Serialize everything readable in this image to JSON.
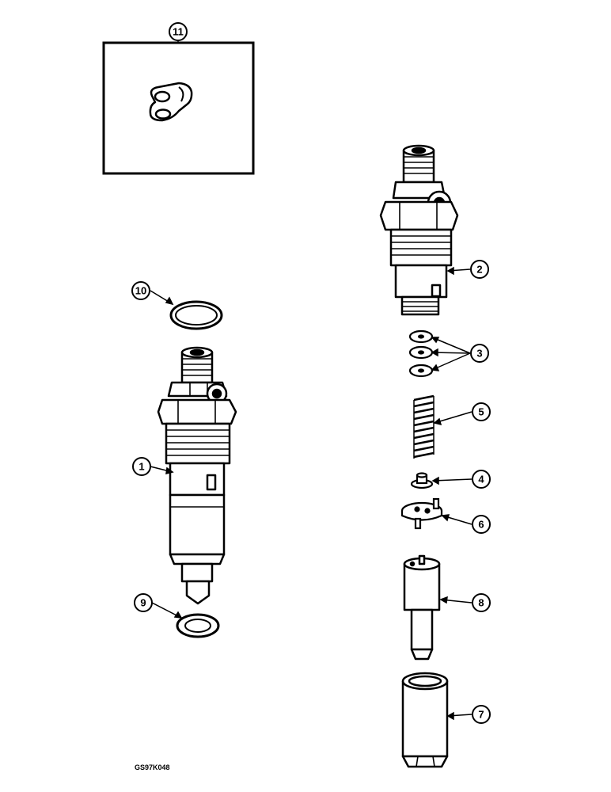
{
  "figure_code": "GS97K048",
  "callouts": {
    "c1": "1",
    "c2": "2",
    "c3": "3",
    "c4": "4",
    "c5": "5",
    "c6": "6",
    "c7": "7",
    "c8": "8",
    "c9": "9",
    "c10": "10",
    "c11": "11"
  }
}
